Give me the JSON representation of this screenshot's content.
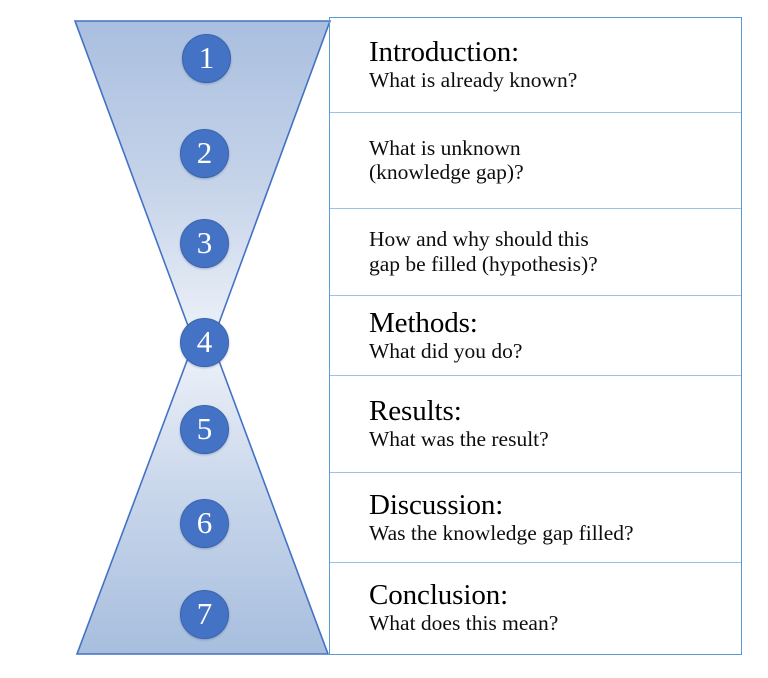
{
  "diagram": {
    "title": "Scientific paper structure hourglass",
    "shape_name": "hourglass-funnel",
    "colors": {
      "badge_fill": "#4472C4",
      "badge_text": "#FFFFFF",
      "funnel_top_dark": "#A8BEDE",
      "funnel_waist_light": "#EDF1F8",
      "funnel_bottom_dark": "#A8BEDE",
      "funnel_outline": "#4472C4",
      "table_outer_border": "#5B9BD5",
      "table_inner_divider": "#9CC3E5",
      "text": "#000000"
    },
    "steps": [
      {
        "number": "1",
        "heading": "Introduction:",
        "body": "What is already known?"
      },
      {
        "number": "2",
        "heading": "",
        "body": "What is unknown\n(knowledge gap)?"
      },
      {
        "number": "3",
        "heading": "",
        "body": "How and why should this\ngap be filled (hypothesis)?"
      },
      {
        "number": "4",
        "heading": "Methods:",
        "body": "What did you do?"
      },
      {
        "number": "5",
        "heading": "Results:",
        "body": "What was the result?"
      },
      {
        "number": "6",
        "heading": "Discussion:",
        "body": "Was the knowledge gap filled?"
      },
      {
        "number": "7",
        "heading": "Conclusion:",
        "body": "What does this mean?"
      }
    ]
  }
}
